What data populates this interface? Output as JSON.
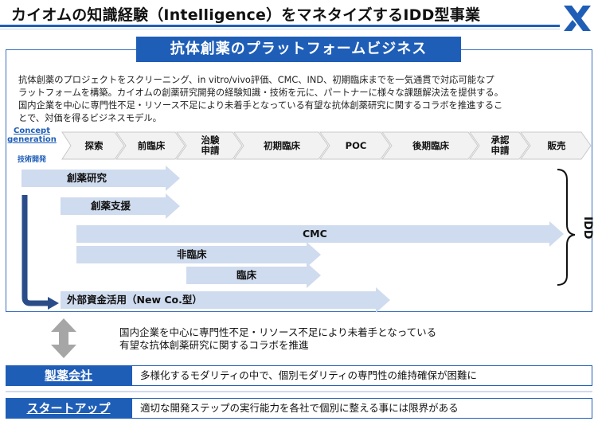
{
  "header": {
    "title": "カイオムの知識経験（Intelligence）をマネタイズするIDD型事業"
  },
  "banner": {
    "title": "抗体創薬のプラットフォームビジネス"
  },
  "description": {
    "lines": [
      "抗体創薬のプロジェクトをスクリーニング、in vitro/vivo評価、CMC、IND、初期臨床までを一気通貫で対応可能なプ",
      "ラットフォームを構築。カイオムの創薬研究開発の経験知識・技術を元に、パートナーに様々な課題解決法を提供する。",
      "国内企業を中心に専門性不足・リソース不足により未着手となっている有望な抗体創薬研究に関するコラボを推進するこ",
      "とで、対価を得るビジネスモデル。"
    ]
  },
  "concept": {
    "line1": "Concept",
    "line2": "generation",
    "tech": "技術開発"
  },
  "stages": [
    {
      "label": "探索"
    },
    {
      "label": "前臨床"
    },
    {
      "label": "治験\n申請"
    },
    {
      "label": "初期臨床"
    },
    {
      "label": "POC"
    },
    {
      "label": "後期臨床"
    },
    {
      "label": "承認\n申請"
    },
    {
      "label": "販売"
    }
  ],
  "bars": [
    {
      "label": "創薬研究"
    },
    {
      "label": "創薬支援"
    },
    {
      "label": "CMC"
    },
    {
      "label": "非臨床"
    },
    {
      "label": "臨床"
    },
    {
      "label": "外部資金活用（New Co.型）"
    }
  ],
  "idd": {
    "label": "IDD"
  },
  "collab_note": {
    "line1": "国内企業を中心に専門性不足・リソース不足により未着手となっている",
    "line2": "有望な抗体創薬研究に関するコラボを推進"
  },
  "rows": [
    {
      "label": "製薬会社",
      "text": "多様化するモダリティの中で、個別モダリティの専門性の維持確保が困難に"
    },
    {
      "label": "スタートアップ",
      "text": "適切な開発ステップの実行能力を各社で個別に整える事には限界がある"
    }
  ],
  "colors": {
    "brand_blue": "#1f5eb7",
    "bar_fill": "#cfdbee",
    "chevron_fill": "#f2f2f2",
    "arrow_navy": "#2a4d8a",
    "double_arrow_gray": "#a6a6a6"
  }
}
